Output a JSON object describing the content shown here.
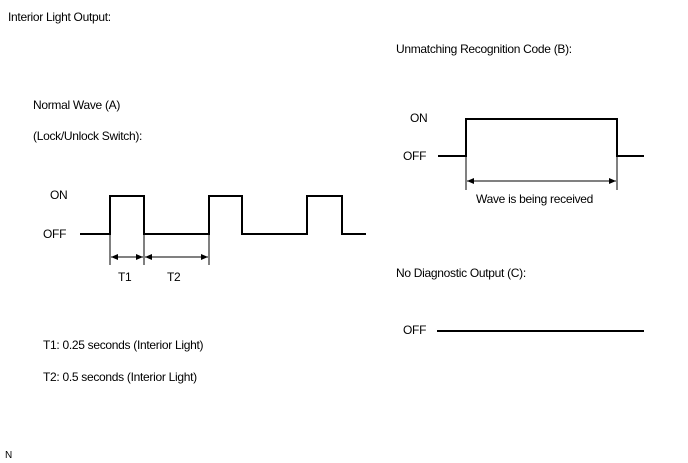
{
  "page_title": "Interior Light Output:",
  "normal": {
    "title": "Normal Wave (A)",
    "subtitle": "(Lock/Unlock Switch):",
    "on_label": "ON",
    "off_label": "OFF",
    "t1_label": "T1",
    "t2_label": "T2",
    "note_t1": "T1: 0.25 seconds (Interior Light)",
    "note_t2": "T2: 0.5 seconds (Interior Light)"
  },
  "unmatching": {
    "title": "Unmatching Recognition Code (B):",
    "on_label": "ON",
    "off_label": "OFF",
    "span_label": "Wave is being received"
  },
  "no_output": {
    "title": "No Diagnostic Output (C):",
    "off_label": "OFF"
  },
  "corner_mark": "N",
  "colors": {
    "line": "#000000",
    "background": "#ffffff"
  }
}
